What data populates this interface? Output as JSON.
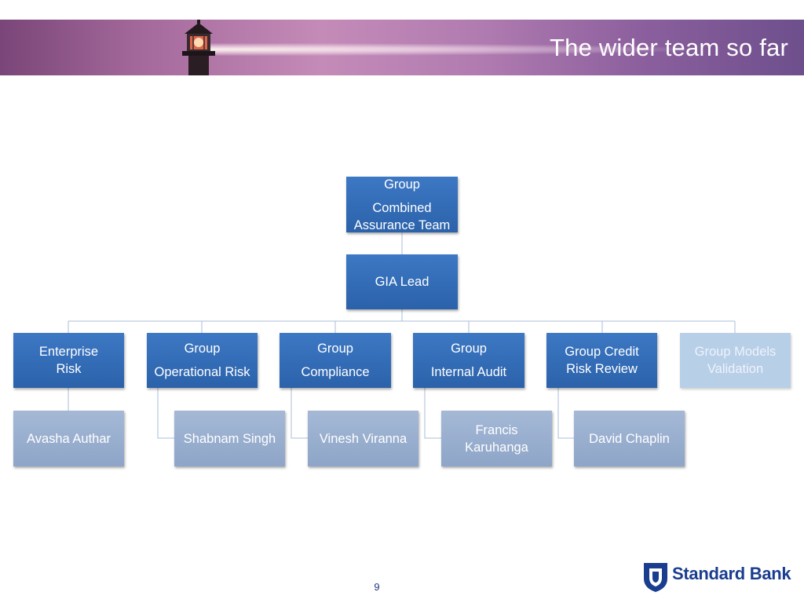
{
  "title": "The wider team so far",
  "root": {
    "line1": "Group",
    "line2": "Combined",
    "line3": "Assurance Team"
  },
  "lead": {
    "label": "GIA Lead"
  },
  "groups": [
    {
      "line1": "Enterprise",
      "line2": "Risk"
    },
    {
      "line1": "Group",
      "line2": "Operational Risk"
    },
    {
      "line1": "Group",
      "line2": "Compliance"
    },
    {
      "line1": "Group",
      "line2": "Internal Audit"
    },
    {
      "line1": "Group Credit",
      "line2": "Risk Review"
    },
    {
      "line1": "Group Models",
      "line2": "Validation"
    }
  ],
  "people": [
    {
      "line1": "Avasha Authar"
    },
    {
      "line1": "Shabnam Singh"
    },
    {
      "line1": "Vinesh Viranna"
    },
    {
      "line1": "Francis",
      "line2": "Karuhanga"
    },
    {
      "line1": "David Chaplin"
    }
  ],
  "page_number": "9",
  "logo": {
    "text": "Standard Bank"
  },
  "colors": {
    "box_blue": "#2f6ab4",
    "box_light": "#b8cfe8",
    "box_grey": "#9bb1d1",
    "connector": "#a9bfd8",
    "brand": "#1a3d8f"
  }
}
